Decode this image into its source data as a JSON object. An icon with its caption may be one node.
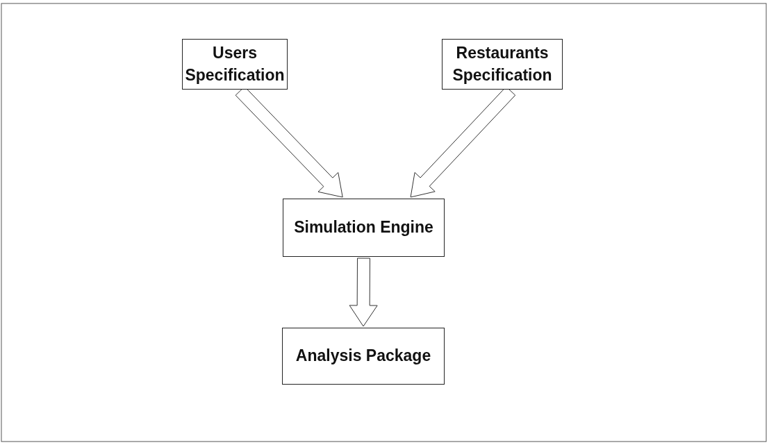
{
  "diagram": {
    "nodes": [
      {
        "text": [
          "Users Specification"
        ]
      },
      {
        "text": [
          "Restaurants Specification"
        ]
      },
      {
        "text": [
          "Simulation Engine"
        ]
      },
      {
        "text": [
          "Analysis Package"
        ]
      }
    ],
    "edges": [
      {
        "from": 0,
        "to": 2,
        "arrow": "to"
      },
      {
        "from": 1,
        "to": 2,
        "arrow": "to"
      },
      {
        "from": 2,
        "to": 3,
        "arrow": "to"
      }
    ]
  }
}
